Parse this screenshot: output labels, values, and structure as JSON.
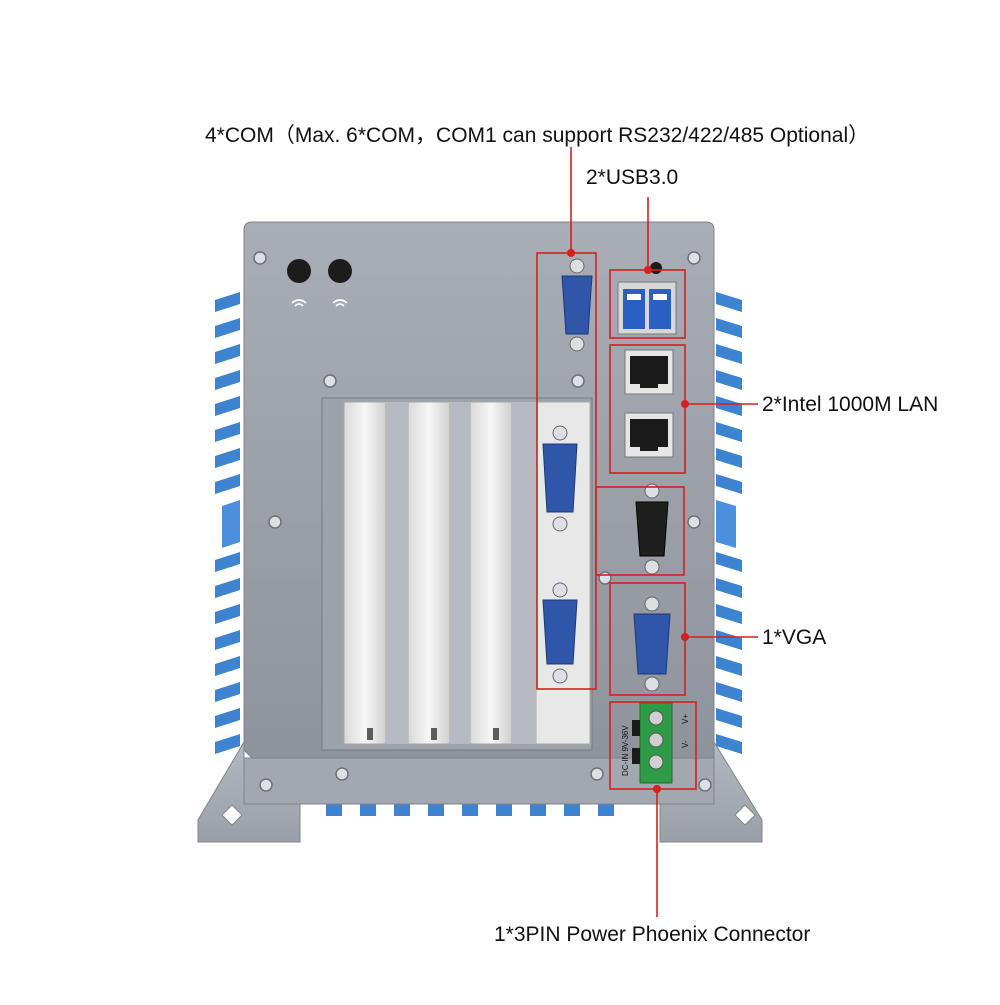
{
  "callouts": {
    "com": "4*COM（Max. 6*COM，COM1 can support RS232/422/485 Optional）",
    "usb": "2*USB3.0",
    "lan": "2*Intel 1000M LAN",
    "vga": "1*VGA",
    "power": "1*3PIN Power Phoenix Connector"
  },
  "device_markings": {
    "dc_in": "DC-IN 9V-36V",
    "v_plus": "V+",
    "v_minus": "V-"
  },
  "colors": {
    "callout_red": "#d81e1e",
    "chassis": "#9aa0aa",
    "fins_blue": "#3f86d4",
    "port_blue": "#2f56a8",
    "terminal_green": "#2e9b46"
  },
  "icons": [
    "wifi-icon",
    "usb-icon",
    "lan-icon",
    "vga-icon",
    "com-port-icon"
  ]
}
